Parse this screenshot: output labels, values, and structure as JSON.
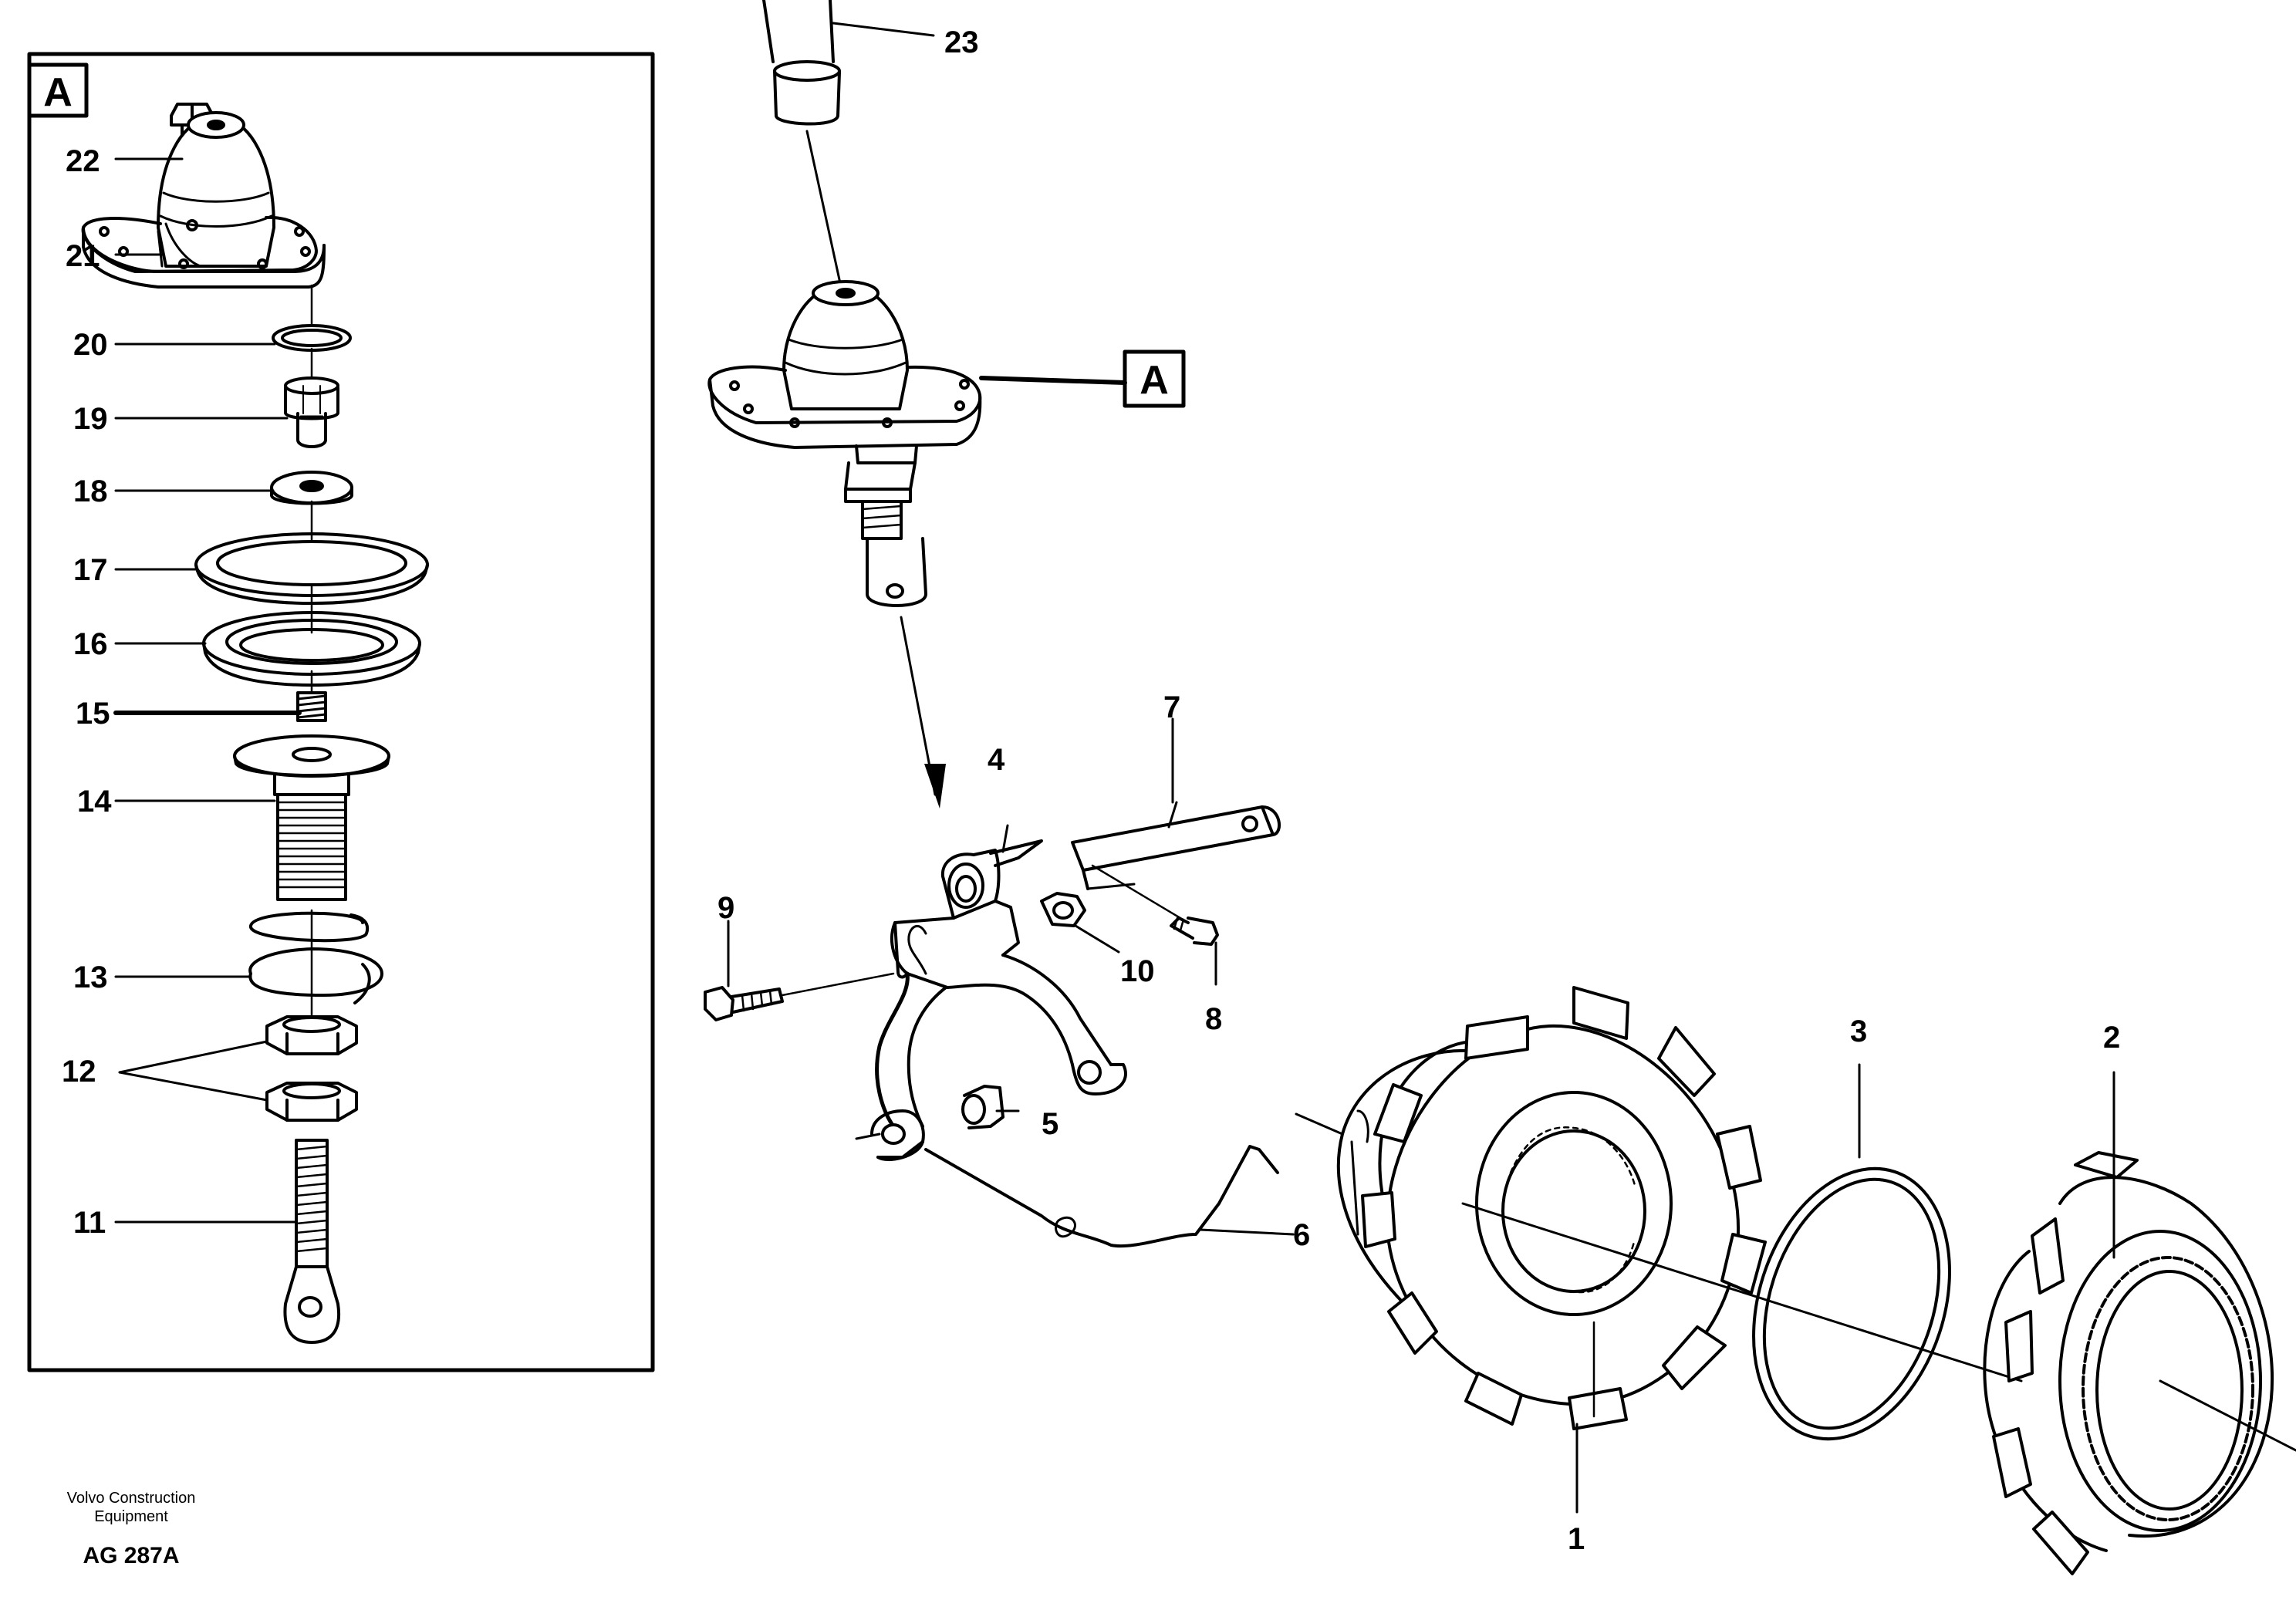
{
  "detail_marker": "A",
  "labels": {
    "p1": "1",
    "p2": "2",
    "p3": "3",
    "p4": "4",
    "p5": "5",
    "p6": "6",
    "p7": "7",
    "p8": "8",
    "p9": "9",
    "p10": "10",
    "p11": "11",
    "p12": "12",
    "p13": "13",
    "p14": "14",
    "p15": "15",
    "p16": "16",
    "p17": "17",
    "p18": "18",
    "p19": "19",
    "p20": "20",
    "p21": "21",
    "p22": "22",
    "p23": "23"
  },
  "footer": {
    "brand_line1": "Volvo Construction",
    "brand_line2": "Equipment",
    "code": "AG 287A"
  }
}
